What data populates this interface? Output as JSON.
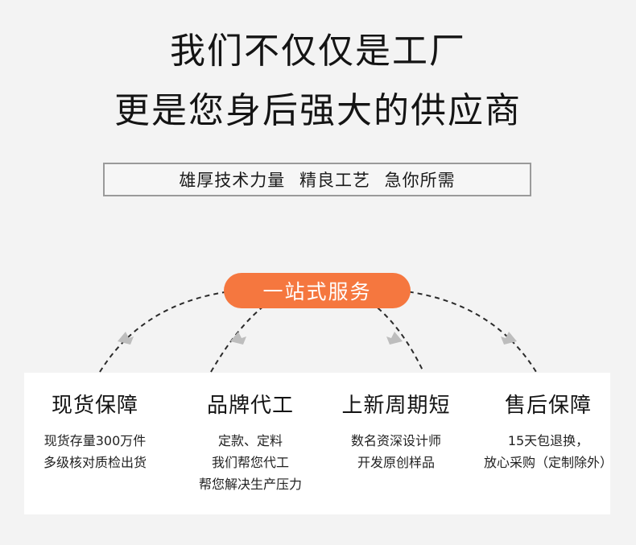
{
  "headline": {
    "line1": "我们不仅仅是工厂",
    "line2": "更是您身后强大的供应商"
  },
  "tagline": "雄厚技术力量 精良工艺 急你所需",
  "service_badge": "一站式服务",
  "colors": {
    "accent": "#f5773f",
    "arrow": "#bdbdbd",
    "dash": "#2a2a2a"
  },
  "services": [
    {
      "title": "现货保障",
      "lines": [
        "现货存量300万件",
        "多级核对质检出货"
      ]
    },
    {
      "title": "品牌代工",
      "lines": [
        "定款、定料",
        "我们帮您代工",
        "帮您解决生产压力"
      ]
    },
    {
      "title": "上新周期短",
      "lines": [
        "数名资深设计师",
        "开发原创样品"
      ]
    },
    {
      "title": "售后保障",
      "lines": [
        "15天包退换，",
        "放心采购（定制除外）"
      ]
    }
  ]
}
